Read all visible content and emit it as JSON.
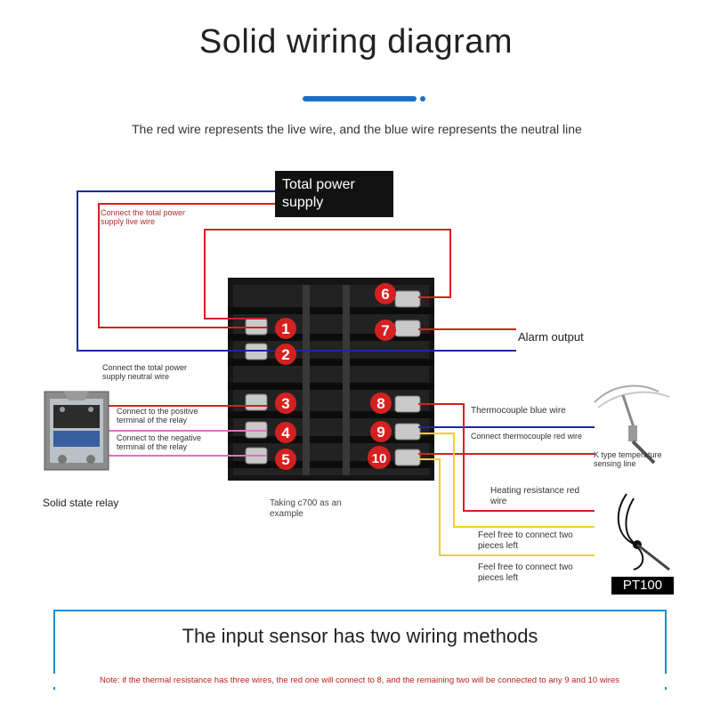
{
  "title": "Solid wiring diagram",
  "subtitle": "The red wire represents the live wire, and the blue wire represents the neutral line",
  "power_box": "Total power supply",
  "labels": {
    "live_wire": "Connect the total power supply live wire",
    "neutral_wire": "Connect the total power supply neutral wire",
    "relay_positive": "Connect to the positive terminal of the relay",
    "relay_negative": "Connect to the negative terminal of the relay",
    "alarm_output": "Alarm output",
    "thermocouple_blue": "Thermocouple blue wire",
    "thermocouple_red": "Connect thermocouple red wire",
    "k_type": "K type temperature sensing line",
    "heating_red": "Heating resistance red wire",
    "feel_free_1": "Feel free to connect two pieces left",
    "feel_free_2": "Feel free to connect two pieces left",
    "example": "Taking c700 as an example",
    "ssr": "Solid state relay",
    "pt100": "PT100"
  },
  "terminals": [
    "1",
    "2",
    "3",
    "4",
    "5",
    "6",
    "7",
    "8",
    "9",
    "10"
  ],
  "bottom_heading": "The input sensor has two wiring methods",
  "note": "Note: if the thermal resistance has three wires, the red one will connect to 8, and the remaining two will be connected to any 9 and 10 wires",
  "colors": {
    "live": "#d42020",
    "neutral": "#1c2a9a",
    "yellow": "#f2cf2a",
    "magenta": "#e070c8",
    "terminal_badge": "#d42020",
    "accent": "#1a6fc9"
  }
}
